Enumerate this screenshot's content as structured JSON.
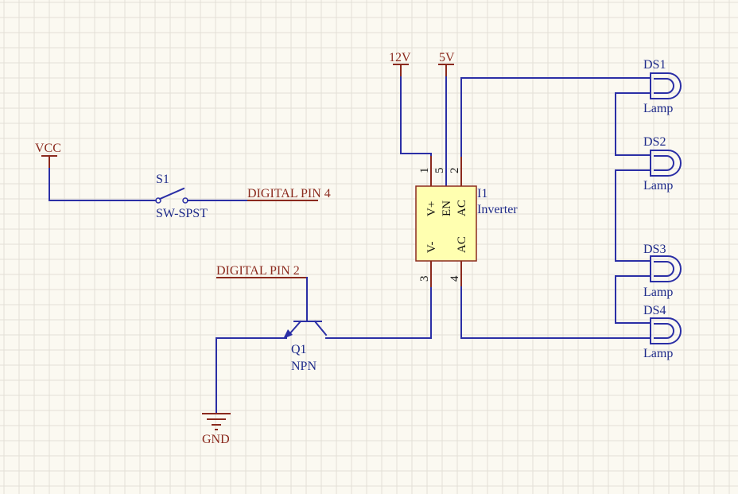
{
  "colors": {
    "background": "#FBF9F1",
    "grid": "#E3E0D6",
    "wire": "#2B2FA6",
    "power": "#8B2A1E",
    "component_fill": "#FFFFB0",
    "label": "#1E2A8A"
  },
  "power_ports": {
    "vcc": "VCC",
    "v12": "12V",
    "v5": "5V",
    "gnd": "GND"
  },
  "net_labels": {
    "digital_pin_4": "DIGITAL PIN 4",
    "digital_pin_2": "DIGITAL PIN 2"
  },
  "switch": {
    "ref": "S1",
    "value": "SW-SPST"
  },
  "transistor": {
    "ref": "Q1",
    "value": "NPN"
  },
  "inverter": {
    "ref": "I1",
    "value": "Inverter",
    "pins": [
      {
        "number": "1",
        "name": "V+"
      },
      {
        "number": "5",
        "name": "EN"
      },
      {
        "number": "2",
        "name": "AC"
      },
      {
        "number": "3",
        "name": "V-"
      },
      {
        "number": "4",
        "name": "AC"
      }
    ]
  },
  "lamps": [
    {
      "ref": "DS1",
      "value": "Lamp"
    },
    {
      "ref": "DS2",
      "value": "Lamp"
    },
    {
      "ref": "DS3",
      "value": "Lamp"
    },
    {
      "ref": "DS4",
      "value": "Lamp"
    }
  ]
}
